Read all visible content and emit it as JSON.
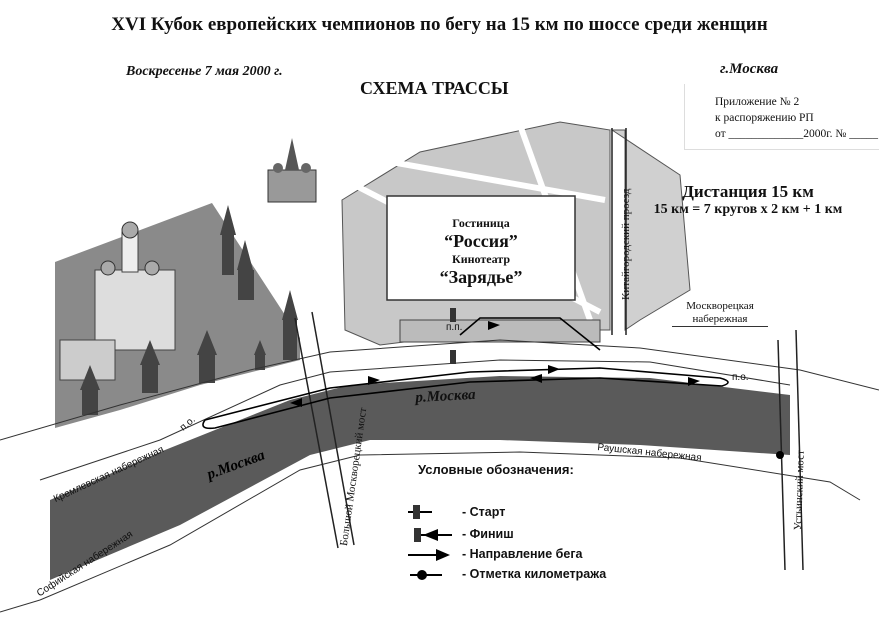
{
  "header": {
    "title": "XVI Кубок европейских чемпионов по бегу на 15 км по шоссе среди женщин",
    "date": "Воскресенье 7 мая 2000 г.",
    "city": "г.Москва",
    "scheme_title": "СХЕМА ТРАССЫ"
  },
  "appendix": {
    "line1": "Приложение № 2",
    "line2": "к распоряжению РП",
    "line3": "от _____________2000г. № _____"
  },
  "distance": {
    "heading": "Дистанция 15 км",
    "formula": "15 км = 7 кругов х 2  км + 1 км"
  },
  "map": {
    "hotel_label": "Гостиница",
    "hotel_name": "“Россия”",
    "cinema_label": "Кинотеатр",
    "cinema_name": "“Зарядье”",
    "river_1": "р.Москва",
    "river_2": "р.Москва",
    "kitay_proezd": "Китайгородский проезд",
    "moskvoretskaya": "Москворецкая набережная",
    "bolshoy_most": "Большой Москворецкий мост",
    "ustinsky_most": "Устьинский мост",
    "kremlevskaya": "Кремлевская набережная",
    "sofiyskaya": "Софийская набережная",
    "raushskaya": "Раушская набережная",
    "pp": "п.п.",
    "po_left": "п.о.",
    "po_right": "п.о."
  },
  "legend": {
    "title": "Условные обозначения:",
    "items": [
      {
        "icon": "start-icon",
        "label": "- Старт"
      },
      {
        "icon": "finish-icon",
        "label": "- Финиш"
      },
      {
        "icon": "direction-arrow-icon",
        "label": "- Направление бега"
      },
      {
        "icon": "km-mark-icon",
        "label": "- Отметка километража"
      }
    ]
  },
  "colors": {
    "river": "#5a5a5a",
    "land": "#c8c8c8",
    "kremlin": "#8a8a8a"
  }
}
